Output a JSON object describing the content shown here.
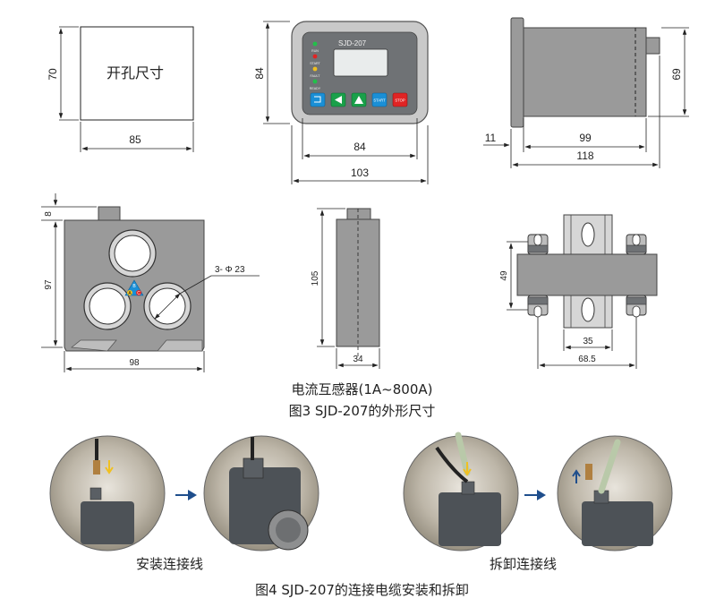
{
  "cutout": {
    "label": "开孔尺寸",
    "width": "85",
    "height": "70"
  },
  "front_view": {
    "model": "SJD-207",
    "leds": [
      "RUN",
      "START",
      "FAULT",
      "READY"
    ],
    "buttons": [
      "enter",
      "left",
      "up",
      "START",
      "STOP"
    ],
    "dims": {
      "inner_width": "84",
      "outer_width": "103",
      "height": "84"
    }
  },
  "side_view": {
    "dims": {
      "flange": "11",
      "body": "99",
      "total": "118",
      "height": "69"
    }
  },
  "ct_front": {
    "dims": {
      "tab": "8",
      "height": "97",
      "width": "98",
      "hole": "3- Φ 23"
    },
    "phases": [
      "B",
      "A",
      "C"
    ]
  },
  "ct_side": {
    "dims": {
      "height": "105",
      "width": "34"
    }
  },
  "ct_bottom": {
    "dims": {
      "height": "49",
      "rail": "35",
      "mount": "68.5"
    }
  },
  "captions": {
    "ct_label": "电流互感器(1A~800A)",
    "fig3": "图3 SJD-207的外形尺寸",
    "install": "安装连接线",
    "remove": "拆卸连接线",
    "fig4": "图4  SJD-207的连接电缆安装和拆卸"
  },
  "colors": {
    "housing": "#9a9a9a",
    "panel": "#6f7275",
    "btn_blue": "#1a8fd6",
    "btn_green": "#1aa04a",
    "btn_red": "#e02424",
    "arrow": "#1f4e8c"
  }
}
